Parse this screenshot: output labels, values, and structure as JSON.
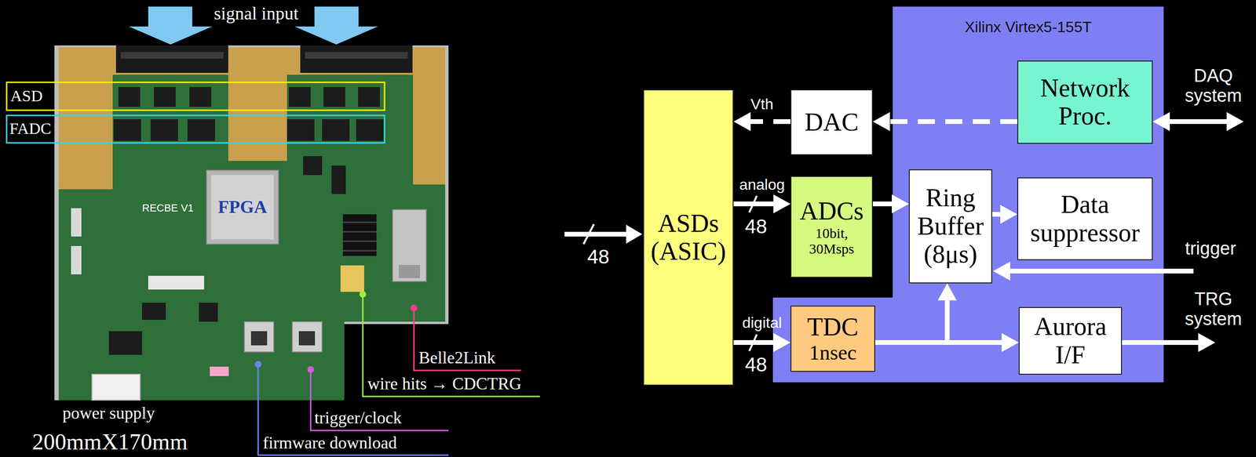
{
  "diagram": {
    "nodes": [
      {
        "text": [
          "Xilinx Virtex5-155T"
        ]
      },
      {
        "text": [
          "ASDs (ASIC)"
        ]
      },
      {
        "text": [
          "DAC"
        ]
      },
      {
        "text": [
          "Network Proc."
        ],
        "in": 0
      },
      {
        "text": [
          "ADCs",
          "10bit, 30Msps"
        ]
      },
      {
        "text": [
          "Ring Buffer (8μs)"
        ],
        "in": 0
      },
      {
        "text": [
          "Data suppressor"
        ],
        "in": 0
      },
      {
        "text": [
          "TDC",
          "1nsec"
        ],
        "in": 0
      },
      {
        "text": [
          "Aurora I/F"
        ],
        "in": 0
      }
    ],
    "edges": [
      {
        "from": 3,
        "to": 2,
        "arrow": "to"
      },
      {
        "from": 2,
        "to": 1,
        "label": "Vth",
        "arrow": "to"
      },
      {
        "from": 1,
        "to": 4,
        "label": "analog",
        "arrow": "to"
      },
      {
        "from": 4,
        "to": 5,
        "arrow": "to"
      },
      {
        "from": 5,
        "to": 6,
        "arrow": "to"
      },
      {
        "from": 1,
        "to": 7,
        "label": "digital",
        "arrow": "to"
      },
      {
        "from": 7,
        "to": 5,
        "arrow": "to"
      },
      {
        "from": 7,
        "to": 8,
        "arrow": "to"
      }
    ],
    "labels": [
      "signal input",
      "ASD",
      "FADC",
      "RECBE V1",
      "FPGA",
      "Belle2Link",
      "wire hits → CDCTRG",
      "trigger/clock",
      "firmware download",
      "power supply",
      "200mmX170mm",
      "48",
      "48",
      "48",
      "DAQ system",
      "trigger",
      "TRG system"
    ]
  }
}
